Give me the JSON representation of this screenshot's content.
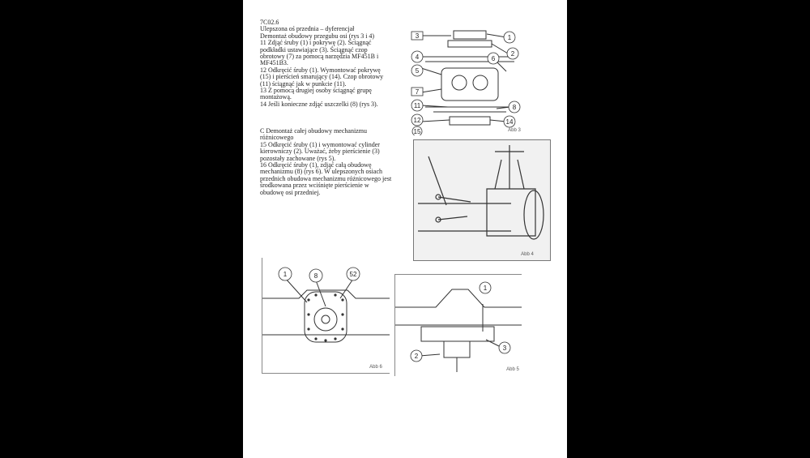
{
  "page": {
    "section_id": "7C02.6",
    "lines_a": [
      "Ulepszona oś przednia – dyferencjał",
      "Demontaż obudowy przegubu osi (rys 3 i 4)",
      "11 Zdjąć śruby (1) i pokrywę (2). Ściągnąć",
      "podkładki ustawiające (3). Ściągnąć czop",
      "obrotowy (7) za pomocą narzędzia MF451B i",
      "MF451B3.",
      "12 Odkręcić śruby (1). Wymontować pokrywę",
      "(15) i pierścień smarujący (14). Czop obrotowy",
      "(11) ściągnąć jak w punkcie (11).",
      "13 Z pomocą drugiej osoby ściągnąć grupę",
      "montażową.",
      "14 Jeśli konieczne zdjąć uszczelki (8) (rys 3)."
    ],
    "lines_b": [
      "C Demontaż całej obudowy mechanizmu",
      "różnicowego",
      "15 Odkręcić śruby (1) i wymontować cylinder",
      "kierowniczy (2). Uważać, żeby pierścienie (3)",
      "pozostały zachowane (rys 5).",
      "16 Odkręcić śruby (1), zdjąć całą obudowę",
      "mechanizmu (8) (rys 6). W ulepszonych osiach",
      "przednich obudowa mechanizmu różnicowego jest",
      "środkowana przez wciśnięte pierścienie w",
      "obudowę osi przedniej."
    ]
  },
  "figures": {
    "fig3": {
      "caption": "Abb 3",
      "callouts": [
        "3",
        "4",
        "5",
        "7",
        "11",
        "12",
        "15",
        "1",
        "6",
        "2",
        "8",
        "14"
      ]
    },
    "fig4": {
      "caption": "Abb 4"
    },
    "fig6": {
      "caption": "Abb 6",
      "callouts": [
        "1",
        "8",
        "52"
      ]
    },
    "fig5": {
      "caption": "Abb 5",
      "callouts": [
        "1",
        "2",
        "3"
      ]
    }
  }
}
